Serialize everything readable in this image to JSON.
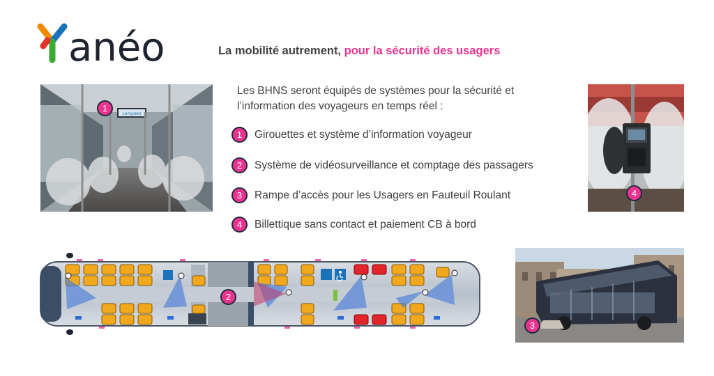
{
  "brand": {
    "logo_text": "Yanéo",
    "colors": {
      "orange": "#f18a00",
      "blue": "#1a73b9",
      "green": "#3aaa35",
      "red": "#e5332a",
      "dark": "#1e2330",
      "pink": "#e8338f"
    }
  },
  "header": {
    "title_main": "La mobilité autrement,",
    "title_accent": "pour la sécurité des usagers"
  },
  "intro": {
    "line1": "Les BHNS seront équipés de systèmes pour la sécurité et",
    "line2": "l’information des voyageurs en temps réel :"
  },
  "legend": [
    {
      "num": "1",
      "text": "Girouettes et système d’information voyageur"
    },
    {
      "num": "2",
      "text": "Système de vidéosurveillance et comptage des passagers"
    },
    {
      "num": "3",
      "text": "Rampe d’accès pour les Usagers en Fauteuil Roulant"
    },
    {
      "num": "4",
      "text": "Billettique sans contact et paiement CB à bord"
    }
  ],
  "photos": {
    "interior_badge": "1",
    "ticketing_badge": "4",
    "exterior_badge": "3",
    "plan_badge": "2",
    "interior_screen_text": "Lempdes"
  },
  "icons": {
    "wheelchair": "wheelchair-icon",
    "camera": "camera-icon"
  }
}
